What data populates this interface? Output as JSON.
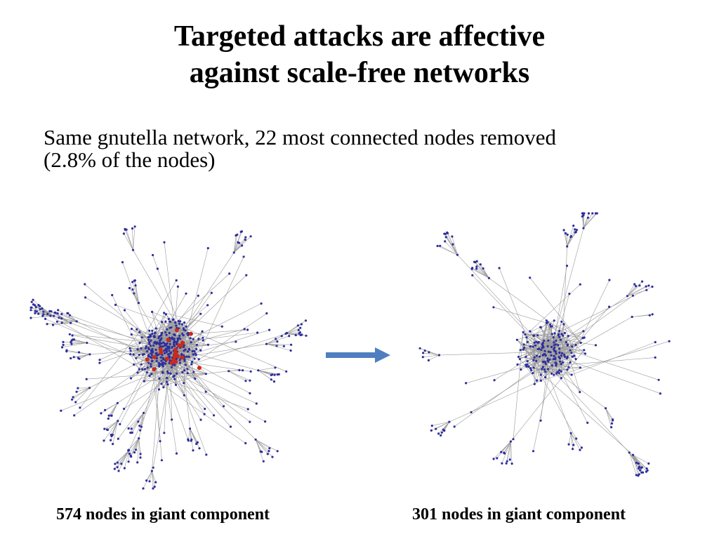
{
  "title": {
    "line1": "Targeted attacks are affective",
    "line2": "against scale-free networks"
  },
  "subtitle": {
    "line1": "Same gnutella network, 22 most connected nodes removed",
    "line2": "(2.8% of the nodes)"
  },
  "captions": {
    "before": "574 nodes in giant component",
    "after": "301 nodes in giant component"
  },
  "colors": {
    "node": "#2e2e9c",
    "hub": "#cc2a1a",
    "edge": "#9a9a9a",
    "arrow": "#4f7fc0"
  },
  "networks": {
    "before": {
      "giant_component_nodes": 574,
      "removed_hubs": 0
    },
    "after": {
      "giant_component_nodes": 301,
      "removed_hubs": 22
    }
  }
}
